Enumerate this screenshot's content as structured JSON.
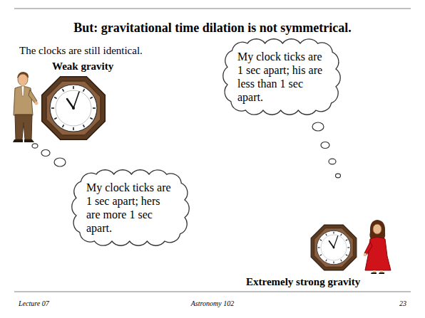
{
  "diagram": {
    "title": "But: gravitational time dilation is not symmetrical.",
    "nodes": [
      {
        "text": [
          "My clock ticks are 1 sec apart; his are less than 1 sec apart."
        ]
      },
      {
        "text": [
          "My clock ticks are 1 sec apart; hers are more 1 sec apart."
        ]
      }
    ],
    "labels": [
      "The clocks are still identical.",
      "Weak gravity",
      "Extremely strong gravity",
      "Lecture 07",
      "Astronomy 102",
      "23"
    ]
  }
}
